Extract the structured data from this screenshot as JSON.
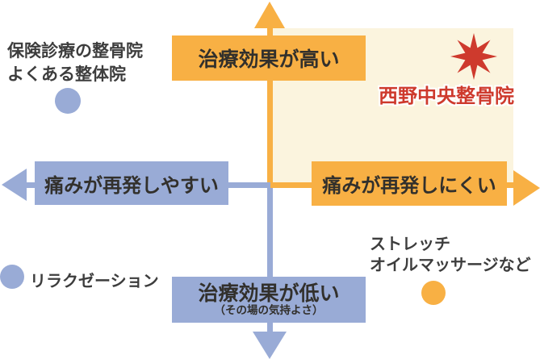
{
  "diagram": {
    "axes": {
      "top_label": "治療効果が高い",
      "bottom_label": "治療効果が低い",
      "bottom_sublabel": "（その場の気持よさ）",
      "left_label": "痛みが再発しやすい",
      "right_label": "痛みが再発しにくい"
    },
    "items": {
      "top_left": {
        "line1": "保険診療の整骨院",
        "line2": "よくある整体院",
        "marker": "blue-dot"
      },
      "bottom_left": {
        "label": "リラクゼーション",
        "marker": "blue-dot"
      },
      "bottom_right": {
        "line1": "ストレッチ",
        "line2": "オイルマッサージなど",
        "marker": "orange-dot"
      },
      "highlight": {
        "label": "西野中央整骨院",
        "marker": "red-starburst"
      }
    },
    "colors": {
      "orange": "#F8B044",
      "blue": "#99ABD6",
      "cream": "#FBF4DE",
      "red": "#CE3A2D",
      "text_dark": "#32302C",
      "text_gray": "#3D3D3D"
    }
  }
}
